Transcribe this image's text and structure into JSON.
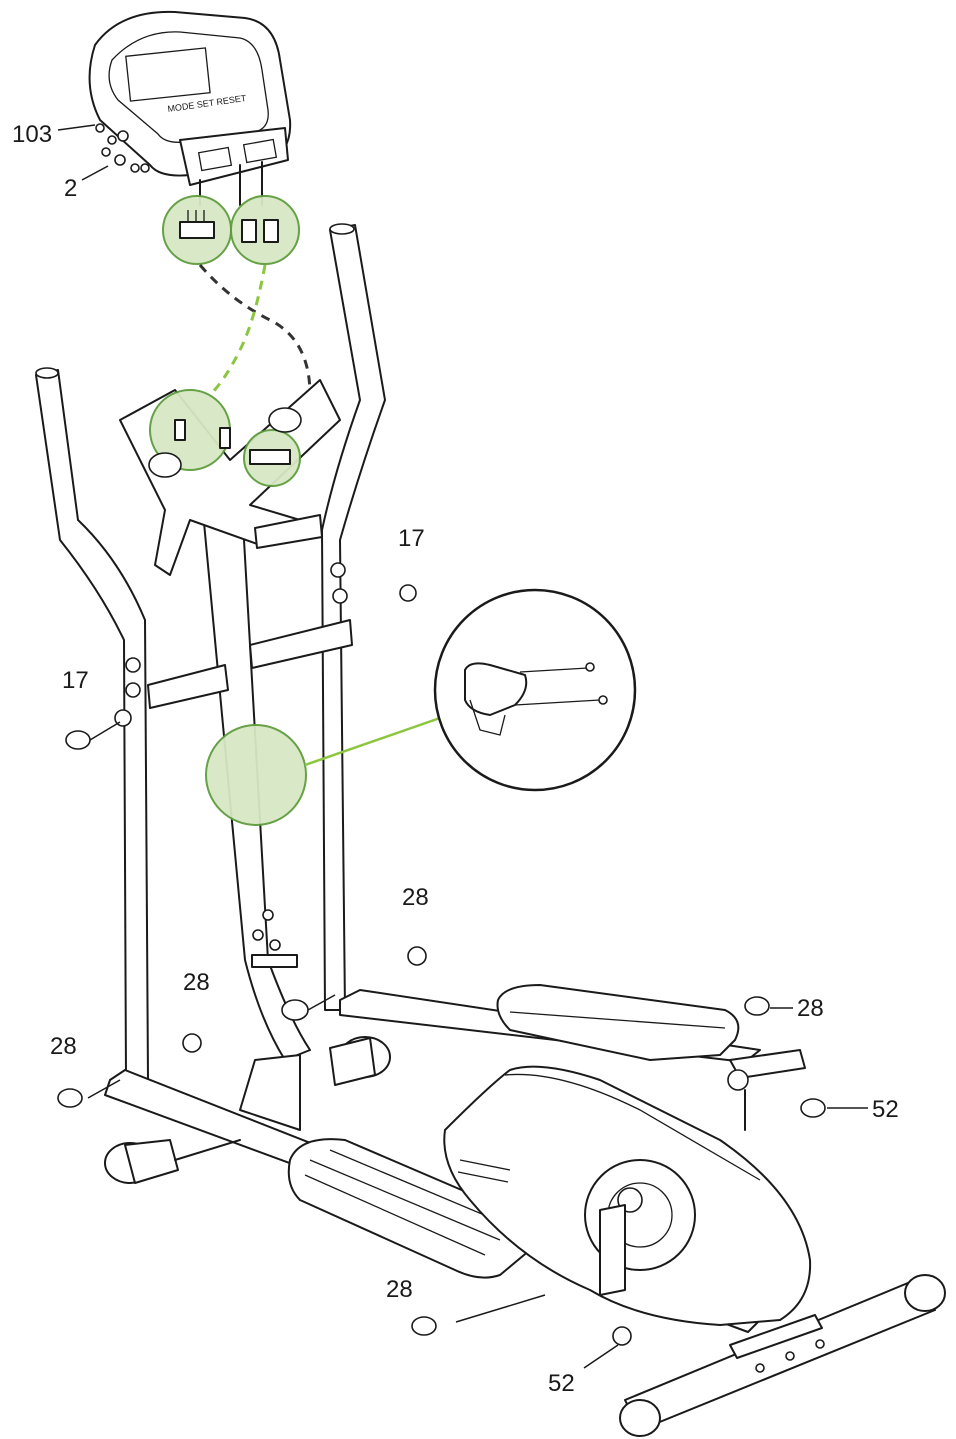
{
  "labels": {
    "p103": "103",
    "p2": "2",
    "p17_right": "17",
    "p17_left": "17",
    "p28_mid": "28",
    "p28_right": "28",
    "p28_left_inner": "28",
    "p28_left_outer": "28",
    "p52_right": "52",
    "p28_bottom": "28",
    "p52_bottom": "52"
  },
  "colors": {
    "highlight_fill": "#d7e7c4",
    "highlight_stroke": "#5d9c3c",
    "connector_green": "#8cc63f",
    "connector_dark": "#333333",
    "line": "#1a1a1a"
  }
}
